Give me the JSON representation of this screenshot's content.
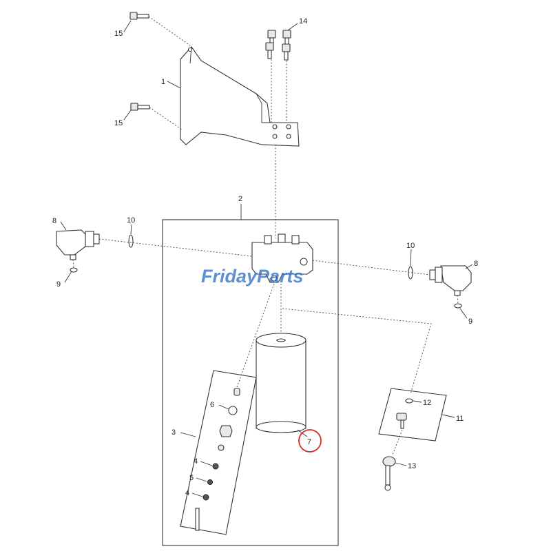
{
  "callouts": {
    "c1": "1",
    "c2": "2",
    "c3": "3",
    "c4a": "4",
    "c4b": "4",
    "c5": "5",
    "c6": "6",
    "c7": "7",
    "c8a": "8",
    "c8b": "8",
    "c9a": "9",
    "c9b": "9",
    "c10a": "10",
    "c10b": "10",
    "c11": "11",
    "c12": "12",
    "c13": "13",
    "c14": "14",
    "c15a": "15",
    "c15b": "15"
  },
  "watermark": {
    "text": "FridayParts"
  },
  "highlight": {
    "color": "#d62b2b",
    "callout": "7"
  },
  "colors": {
    "line": "#333333",
    "watermark": "#2f6fc4",
    "bolt_fill": "#9a9a9a"
  }
}
